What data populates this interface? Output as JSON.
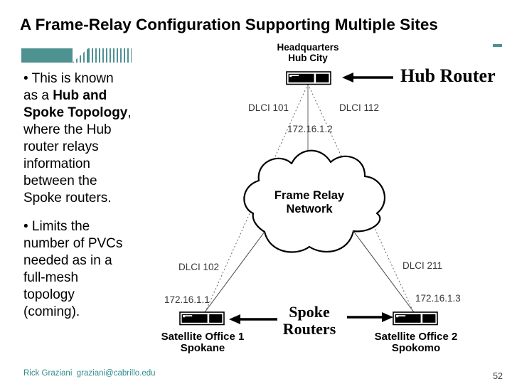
{
  "slide": {
    "title": "A Frame-Relay Configuration Supporting Multiple Sites",
    "footer": {
      "author": "Rick Graziani  graziani@cabrillo.edu",
      "page": "52"
    }
  },
  "left_panel": {
    "bullet1": {
      "pre": "• This is known as a ",
      "bold": "Hub and Spoke Topology",
      "post": ", where the Hub router relays information between the Spoke routers."
    },
    "bullet2": {
      "text": "• Limits the number of PVCs needed as in a full-mesh topology (coming)."
    }
  },
  "diagram": {
    "hub": {
      "site": "Headquarters",
      "city": "Hub City",
      "annotation": "Hub Router",
      "dlci_left": "DLCI 101",
      "dlci_right": "DLCI 112",
      "ip": "172.16.1.2"
    },
    "cloud": {
      "line1": "Frame Relay",
      "line2": "Network"
    },
    "spoke_annotation": {
      "line1": "Spoke",
      "line2": "Routers"
    },
    "spoke1": {
      "dlci": "DLCI 102",
      "ip": "172.16.1.1",
      "site": "Satellite Office 1",
      "city": "Spokane"
    },
    "spoke2": {
      "dlci": "DLCI 211",
      "ip": "172.16.1.3",
      "site": "Satellite Office 2",
      "city": "Spokomo"
    }
  },
  "colors": {
    "accent_teal": "#4E9191",
    "footer_teal": "#2F8C8C",
    "line_gray": "#555555",
    "black": "#000000"
  }
}
